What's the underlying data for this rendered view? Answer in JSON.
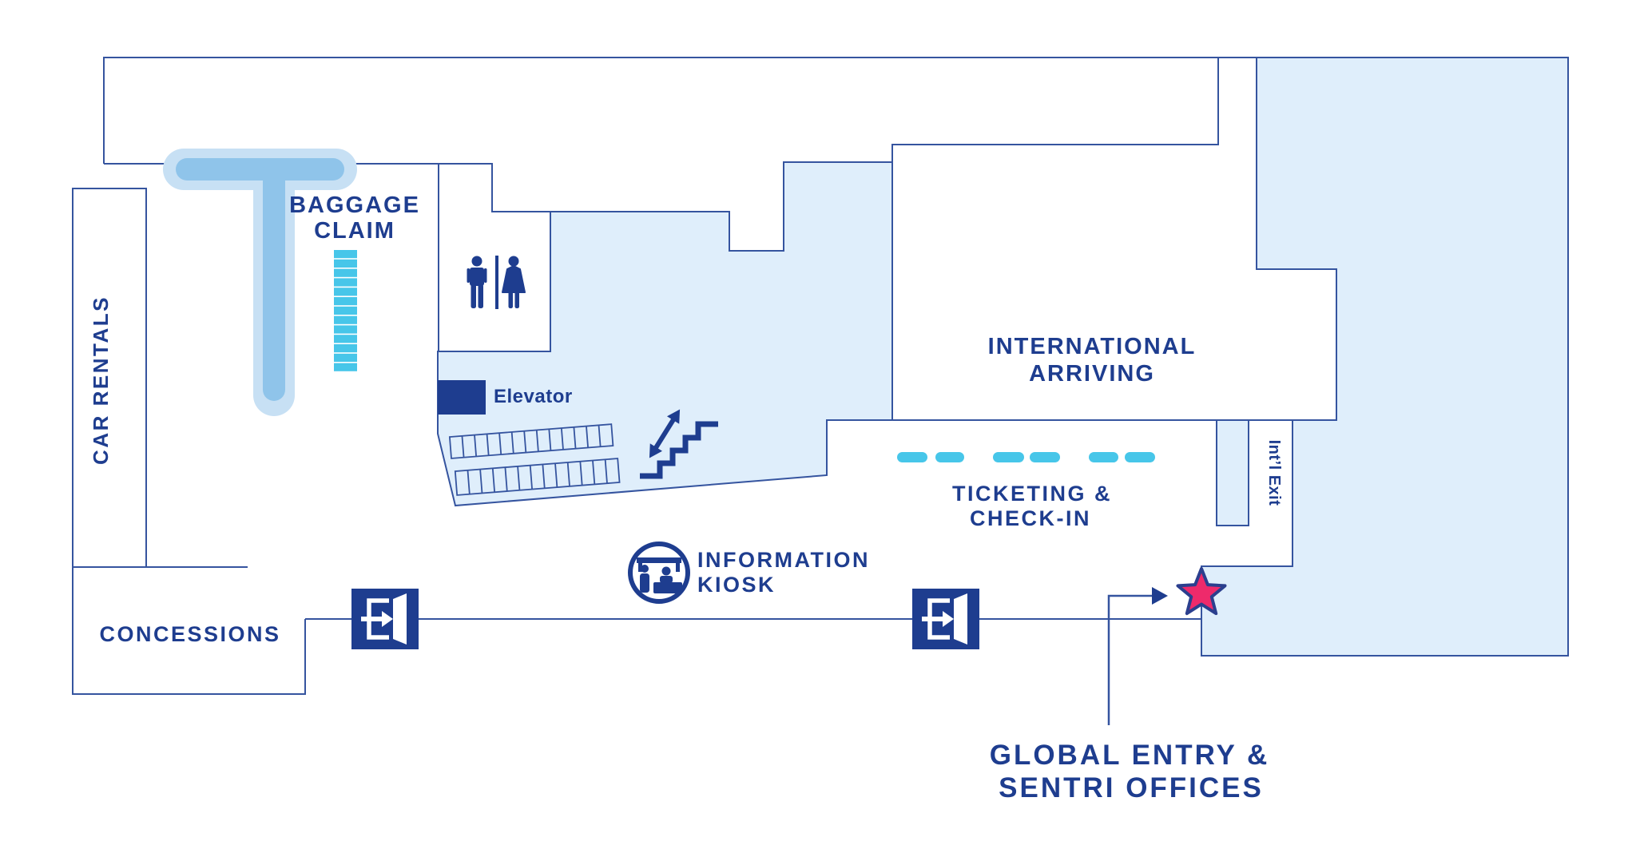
{
  "map": {
    "labels": {
      "car_rentals": "CAR RENTALS",
      "baggage1": "BAGGAGE",
      "baggage2": "CLAIM",
      "elevator": "Elevator",
      "international1": "INTERNATIONAL",
      "international2": "ARRIVING",
      "ticketing1": "TICKETING &",
      "ticketing2": "CHECK-IN",
      "intl_exit": "Int’l Exit",
      "information1": "INFORMATION",
      "information2": "KIOSK",
      "concessions": "CONCESSIONS",
      "global1": "GLOBAL ENTRY &",
      "global2": "SENTRI OFFICES"
    },
    "colors": {
      "navy": "#1e3d8f",
      "wall": "#35549f",
      "room": "#dfeefb",
      "halo": "#c7e0f4",
      "carousel": "#8fc4ea",
      "cyan": "#47c6e9",
      "star": "#ee2a6b",
      "white": "#ffffff"
    },
    "icons": {
      "restroom": "restroom-icon",
      "escalator": "escalator-icon",
      "exit_door_left": "exit-door-icon",
      "exit_door_right": "exit-door-icon",
      "info_kiosk": "information-kiosk-icon",
      "star_marker": "star-marker-icon",
      "pointer": "arrow-pointer-icon"
    }
  }
}
